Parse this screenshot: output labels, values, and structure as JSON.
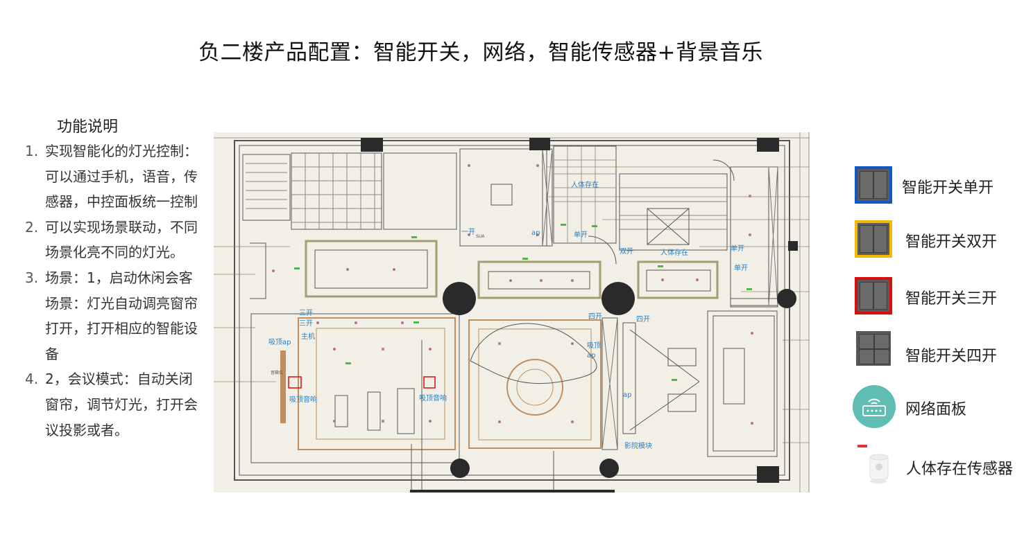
{
  "page_title": "负二楼产品配置：智能开关，网络，智能传感器+背景音乐",
  "functions": {
    "heading": "功能说明",
    "items": [
      {
        "num": "1.",
        "text": "实现智能化的灯光控制：可以通过手机，语音，传感器，中控面板统一控制"
      },
      {
        "num": "2.",
        "text": "可以实现场景联动，不同场景化亮不同的灯光。"
      },
      {
        "num": "3.",
        "text": "场景：1，启动休闲会客场景：灯光自动调亮窗帘打开，打开相应的智能设备"
      },
      {
        "num": "4.",
        "text": " 2，会议模式：自动关闭窗帘，调节灯光，打开会议投影或者。"
      }
    ]
  },
  "floorplan": {
    "labels": [
      "人体存在",
      "单开",
      "一开",
      "ap",
      "双开",
      "人体存在",
      "单开",
      "单开",
      "三开",
      "三开",
      "主机",
      "吸顶ap",
      "吸顶音响",
      "吸顶音响",
      "四开",
      "四开",
      "吸顶",
      "ap",
      "ap",
      "影院模块",
      "SUA",
      "音箱位"
    ]
  },
  "legend": {
    "items": [
      {
        "icon": "single-gang-switch-icon",
        "label": "智能开关单开",
        "frame_color": "#1357c7"
      },
      {
        "icon": "double-gang-switch-icon",
        "label": "智能开关双开",
        "frame_color": "#f5b800"
      },
      {
        "icon": "triple-gang-switch-icon",
        "label": "智能开关三开",
        "frame_color": "#d80f0f"
      },
      {
        "icon": "quad-gang-switch-icon",
        "label": "智能开关四开",
        "frame_color": "#555555"
      },
      {
        "icon": "network-panel-icon",
        "label": "网络面板",
        "frame_color": "#5fbdb4"
      },
      {
        "icon": "presence-sensor-icon",
        "label": "人体存在传感器",
        "frame_color": "#ffffff"
      }
    ]
  }
}
